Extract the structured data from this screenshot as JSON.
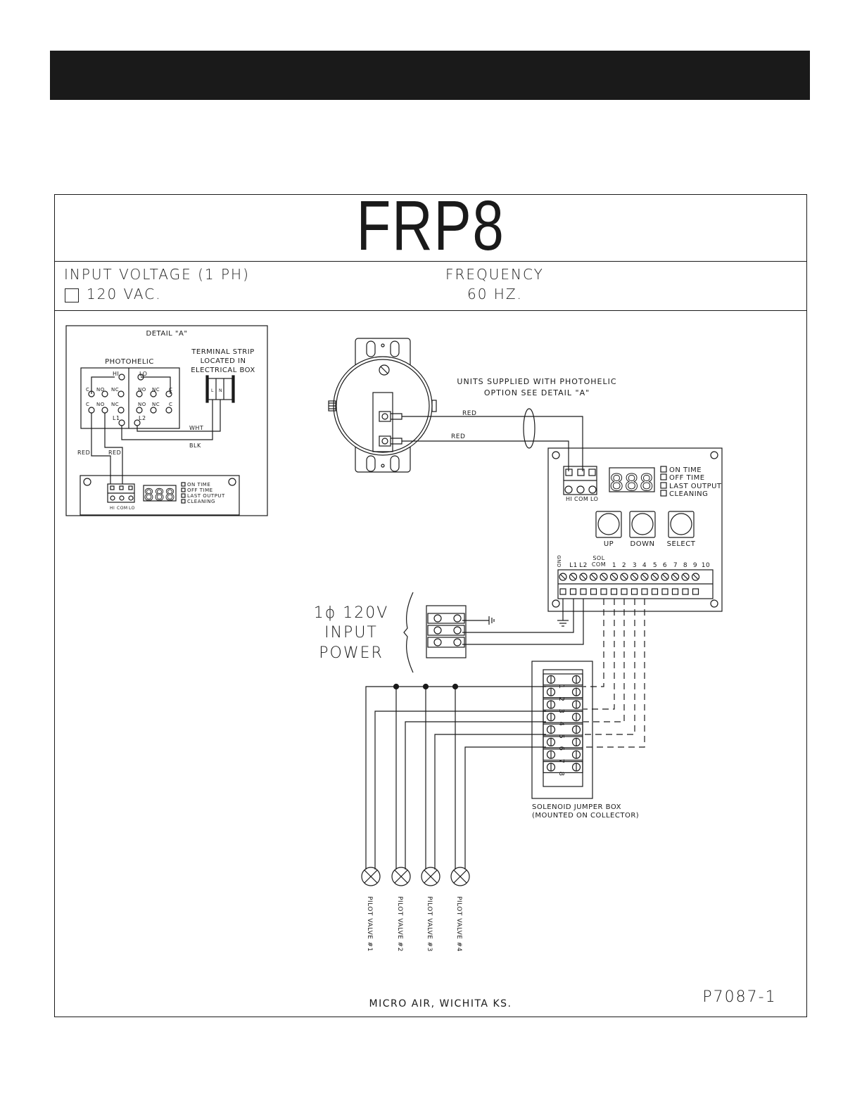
{
  "title": "FRP8",
  "specs": {
    "voltage_label": "INPUT VOLTAGE (1 PH)",
    "voltage_value": "120 VAC.",
    "frequency_label": "FREQUENCY",
    "frequency_value": "60 HZ."
  },
  "detail_a": {
    "title": "DETAIL \"A\"",
    "photohelic": "PHOTOHELIC",
    "terminal_strip": [
      "TERMINAL STRIP",
      "LOCATED IN",
      "ELECTRICAL BOX"
    ],
    "hi": "HI",
    "lo": "LO",
    "contacts_top": [
      "C",
      "NO",
      "NC",
      "NO",
      "NC",
      "C"
    ],
    "contacts_bottom": [
      "C",
      "NO",
      "NC",
      "NO",
      "NC",
      "C"
    ],
    "l1": "L1",
    "l2": "L2",
    "strip_l": "L",
    "strip_n": "N",
    "wht": "WHT",
    "blk": "BLK",
    "red_left": "RED",
    "red_right": "RED",
    "display": "888",
    "mini_terms": [
      "HI",
      "COM",
      "LO"
    ],
    "legend": [
      "ON TIME",
      "OFF TIME",
      "LAST OUTPUT",
      "CLEANING"
    ]
  },
  "photohelic_note": [
    "UNITS SUPPLIED WITH PHOTOHELIC",
    "OPTION SEE DETAIL \"A\""
  ],
  "wire_red_1": "RED",
  "wire_red_2": "RED",
  "controller": {
    "display": "888",
    "legend": [
      "ON TIME",
      "OFF TIME",
      "LAST OUTPUT",
      "CLEANING"
    ],
    "top_terms": [
      "HI",
      "COM",
      "LO"
    ],
    "buttons": [
      "UP",
      "DOWN",
      "SELECT"
    ],
    "bottom_terms": [
      "GND",
      "L1",
      "L2",
      "SOL COM",
      "1",
      "2",
      "3",
      "4",
      "5",
      "6",
      "7",
      "8",
      "9",
      "10"
    ],
    "sol": "SOL",
    "com": "COM"
  },
  "input_power": [
    "1ϕ 120V",
    "INPUT",
    "POWER"
  ],
  "jumper_box": {
    "numbers": [
      "1",
      "2",
      "3",
      "4",
      "5",
      "6",
      "7",
      "8"
    ],
    "label": [
      "SOLENOID JUMPER BOX",
      "(MOUNTED ON COLLECTOR)"
    ]
  },
  "pilot_valves": [
    "PILOT VALVE #1",
    "PILOT VALVE #2",
    "PILOT VALVE #3",
    "PILOT VALVE #4"
  ],
  "footer": {
    "company": "MICRO AIR, WICHITA KS.",
    "drawing_no": "P7087-1"
  }
}
